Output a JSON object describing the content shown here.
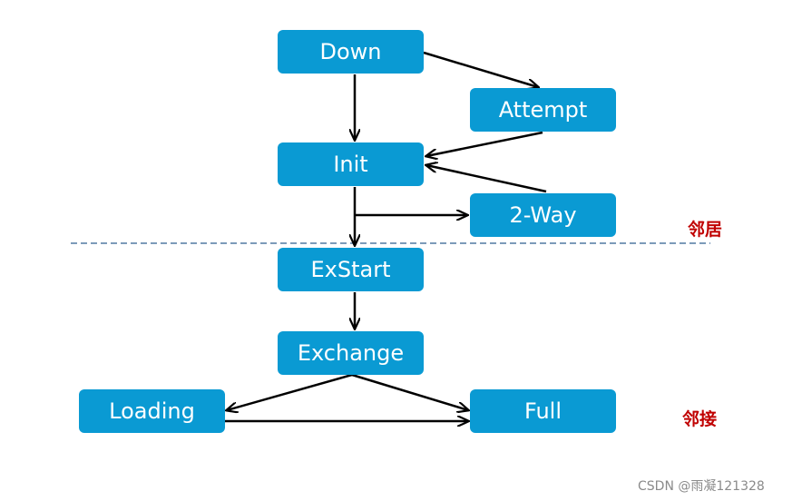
{
  "nodes": {
    "down": "Down",
    "attempt": "Attempt",
    "init": "Init",
    "two_way": "2-Way",
    "exstart": "ExStart",
    "exchange": "Exchange",
    "loading": "Loading",
    "full": "Full"
  },
  "labels": {
    "neighbor": "邻居",
    "adjacency": "邻接"
  },
  "watermark": "CSDN @雨凝121328",
  "colors": {
    "node_fill": "#0a9ad3",
    "node_text": "#ffffff",
    "arrow": "#000000",
    "divider": "#2f5f8f",
    "label_text": "#c00000"
  }
}
